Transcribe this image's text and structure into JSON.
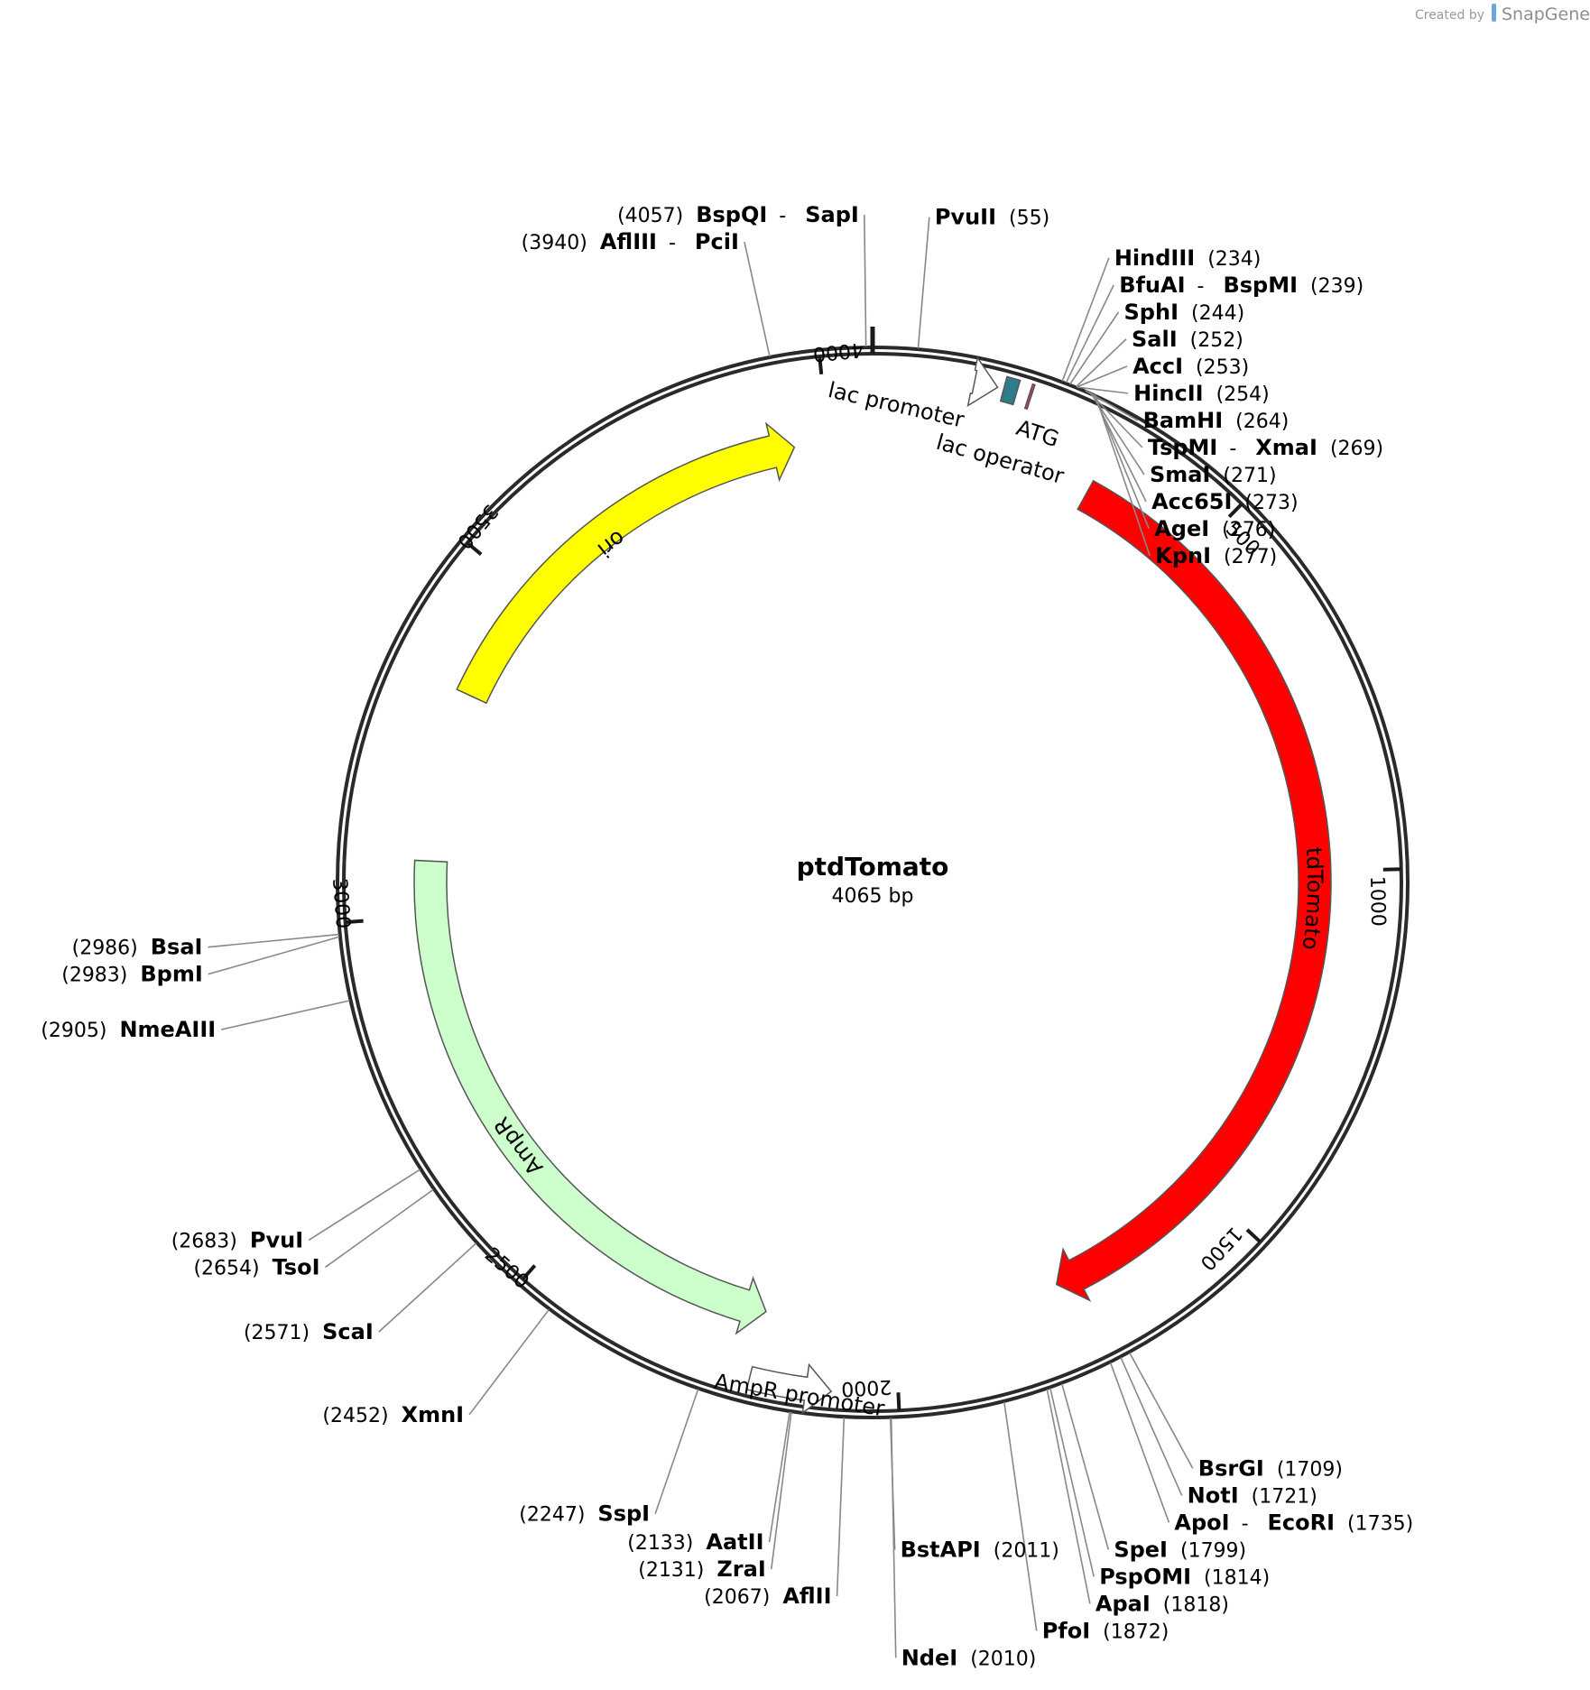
{
  "plasmid": {
    "name": "ptdTomato",
    "size_label": "4065 bp",
    "length": 4065
  },
  "credit": {
    "created_by": "Created by",
    "brand": "SnapGene"
  },
  "ticks": [
    {
      "bp": 500,
      "label": "500"
    },
    {
      "bp": 1000,
      "label": "1000"
    },
    {
      "bp": 1500,
      "label": "1500"
    },
    {
      "bp": 2000,
      "label": "2000"
    },
    {
      "bp": 2500,
      "label": "2500"
    },
    {
      "bp": 3000,
      "label": "3000"
    },
    {
      "bp": 3500,
      "label": "3500"
    },
    {
      "bp": 4000,
      "label": "4000"
    }
  ],
  "features": [
    {
      "name": "tdTomato",
      "start": 325,
      "end": 1755,
      "strand": 1,
      "color": "#ff0000",
      "label_color": "#ffffff",
      "style": "arrow"
    },
    {
      "name": "ori",
      "start": 3330,
      "end": 3950,
      "strand": 1,
      "color": "#ffff00",
      "label_color": "#000000",
      "style": "arrow"
    },
    {
      "name": "AmpR",
      "start": 2190,
      "end": 3080,
      "strand": -1,
      "color": "#ccffcc",
      "label_color": "#000000",
      "style": "arrow"
    },
    {
      "name": "AmpR promoter",
      "start": 2085,
      "end": 2190,
      "strand": -1,
      "color": "#ffffff",
      "label_color": "#000000",
      "style": "open-arrow"
    },
    {
      "name": "lac promoter",
      "start": 130,
      "end": 160,
      "strand": 1,
      "color": "#ffffff",
      "label_color": "#000000",
      "style": "open-arrow"
    },
    {
      "name": "lac operator",
      "start": 168,
      "end": 185,
      "strand": 1,
      "color": "#2e7d8a",
      "label_color": "#000000",
      "style": "box"
    },
    {
      "name": "ATG",
      "start": 201,
      "end": 204,
      "strand": 1,
      "color": "#cc3377",
      "label_color": "#000000",
      "style": "box"
    }
  ],
  "enzymes": [
    {
      "name": "PvuII",
      "bp": 55,
      "pos_label": "(55)",
      "side": "right"
    },
    {
      "name": "HindIII",
      "bp": 234,
      "pos_label": "(234)",
      "side": "right"
    },
    {
      "name": "BfuAI",
      "name2": "BspMI",
      "bp": 239,
      "pos_label": "(239)",
      "side": "right"
    },
    {
      "name": "SphI",
      "bp": 244,
      "pos_label": "(244)",
      "side": "right"
    },
    {
      "name": "SalI",
      "bp": 252,
      "pos_label": "(252)",
      "side": "right"
    },
    {
      "name": "AccI",
      "bp": 253,
      "pos_label": "(253)",
      "side": "right"
    },
    {
      "name": "HincII",
      "bp": 254,
      "pos_label": "(254)",
      "side": "right"
    },
    {
      "name": "BamHI",
      "bp": 264,
      "pos_label": "(264)",
      "side": "right"
    },
    {
      "name": "TspMI",
      "name2": "XmaI",
      "bp": 269,
      "pos_label": "(269)",
      "side": "right"
    },
    {
      "name": "SmaI",
      "bp": 271,
      "pos_label": "(271)",
      "side": "right"
    },
    {
      "name": "Acc65I",
      "bp": 273,
      "pos_label": "(273)",
      "side": "right"
    },
    {
      "name": "AgeI",
      "bp": 276,
      "pos_label": "(276)",
      "side": "right"
    },
    {
      "name": "KpnI",
      "bp": 277,
      "pos_label": "(277)",
      "side": "right"
    },
    {
      "name": "BsrGI",
      "bp": 1709,
      "pos_label": "(1709)",
      "side": "right"
    },
    {
      "name": "NotI",
      "bp": 1721,
      "pos_label": "(1721)",
      "side": "right"
    },
    {
      "name": "ApoI",
      "name2": "EcoRI",
      "bp": 1735,
      "pos_label": "(1735)",
      "side": "right"
    },
    {
      "name": "SpeI",
      "bp": 1799,
      "pos_label": "(1799)",
      "side": "right"
    },
    {
      "name": "PspOMI",
      "bp": 1814,
      "pos_label": "(1814)",
      "side": "right"
    },
    {
      "name": "ApaI",
      "bp": 1818,
      "pos_label": "(1818)",
      "side": "right"
    },
    {
      "name": "PfoI",
      "bp": 1872,
      "pos_label": "(1872)",
      "side": "right"
    },
    {
      "name": "NdeI",
      "bp": 2010,
      "pos_label": "(2010)",
      "side": "right"
    },
    {
      "name": "BstAPI",
      "bp": 2011,
      "pos_label": "(2011)",
      "side": "left"
    },
    {
      "name": "AflII",
      "bp": 2067,
      "pos_label": "(2067)",
      "side": "left"
    },
    {
      "name": "ZraI",
      "bp": 2131,
      "pos_label": "(2131)",
      "side": "left"
    },
    {
      "name": "AatII",
      "bp": 2133,
      "pos_label": "(2133)",
      "side": "left"
    },
    {
      "name": "SspI",
      "bp": 2247,
      "pos_label": "(2247)",
      "side": "left"
    },
    {
      "name": "XmnI",
      "bp": 2452,
      "pos_label": "(2452)",
      "side": "left"
    },
    {
      "name": "ScaI",
      "bp": 2571,
      "pos_label": "(2571)",
      "side": "left"
    },
    {
      "name": "TsoI",
      "bp": 2654,
      "pos_label": "(2654)",
      "side": "left"
    },
    {
      "name": "PvuI",
      "bp": 2683,
      "pos_label": "(2683)",
      "side": "left"
    },
    {
      "name": "NmeAIII",
      "bp": 2905,
      "pos_label": "(2905)",
      "side": "left"
    },
    {
      "name": "BpmI",
      "bp": 2983,
      "pos_label": "(2983)",
      "side": "left"
    },
    {
      "name": "BsaI",
      "bp": 2986,
      "pos_label": "(2986)",
      "side": "left"
    },
    {
      "name": "AflIII",
      "name2": "PciI",
      "bp": 3940,
      "pos_label": "(3940)",
      "side": "left"
    },
    {
      "name": "BspQI",
      "name2": "SapI",
      "bp": 4057,
      "pos_label": "(4057)",
      "side": "left"
    }
  ]
}
